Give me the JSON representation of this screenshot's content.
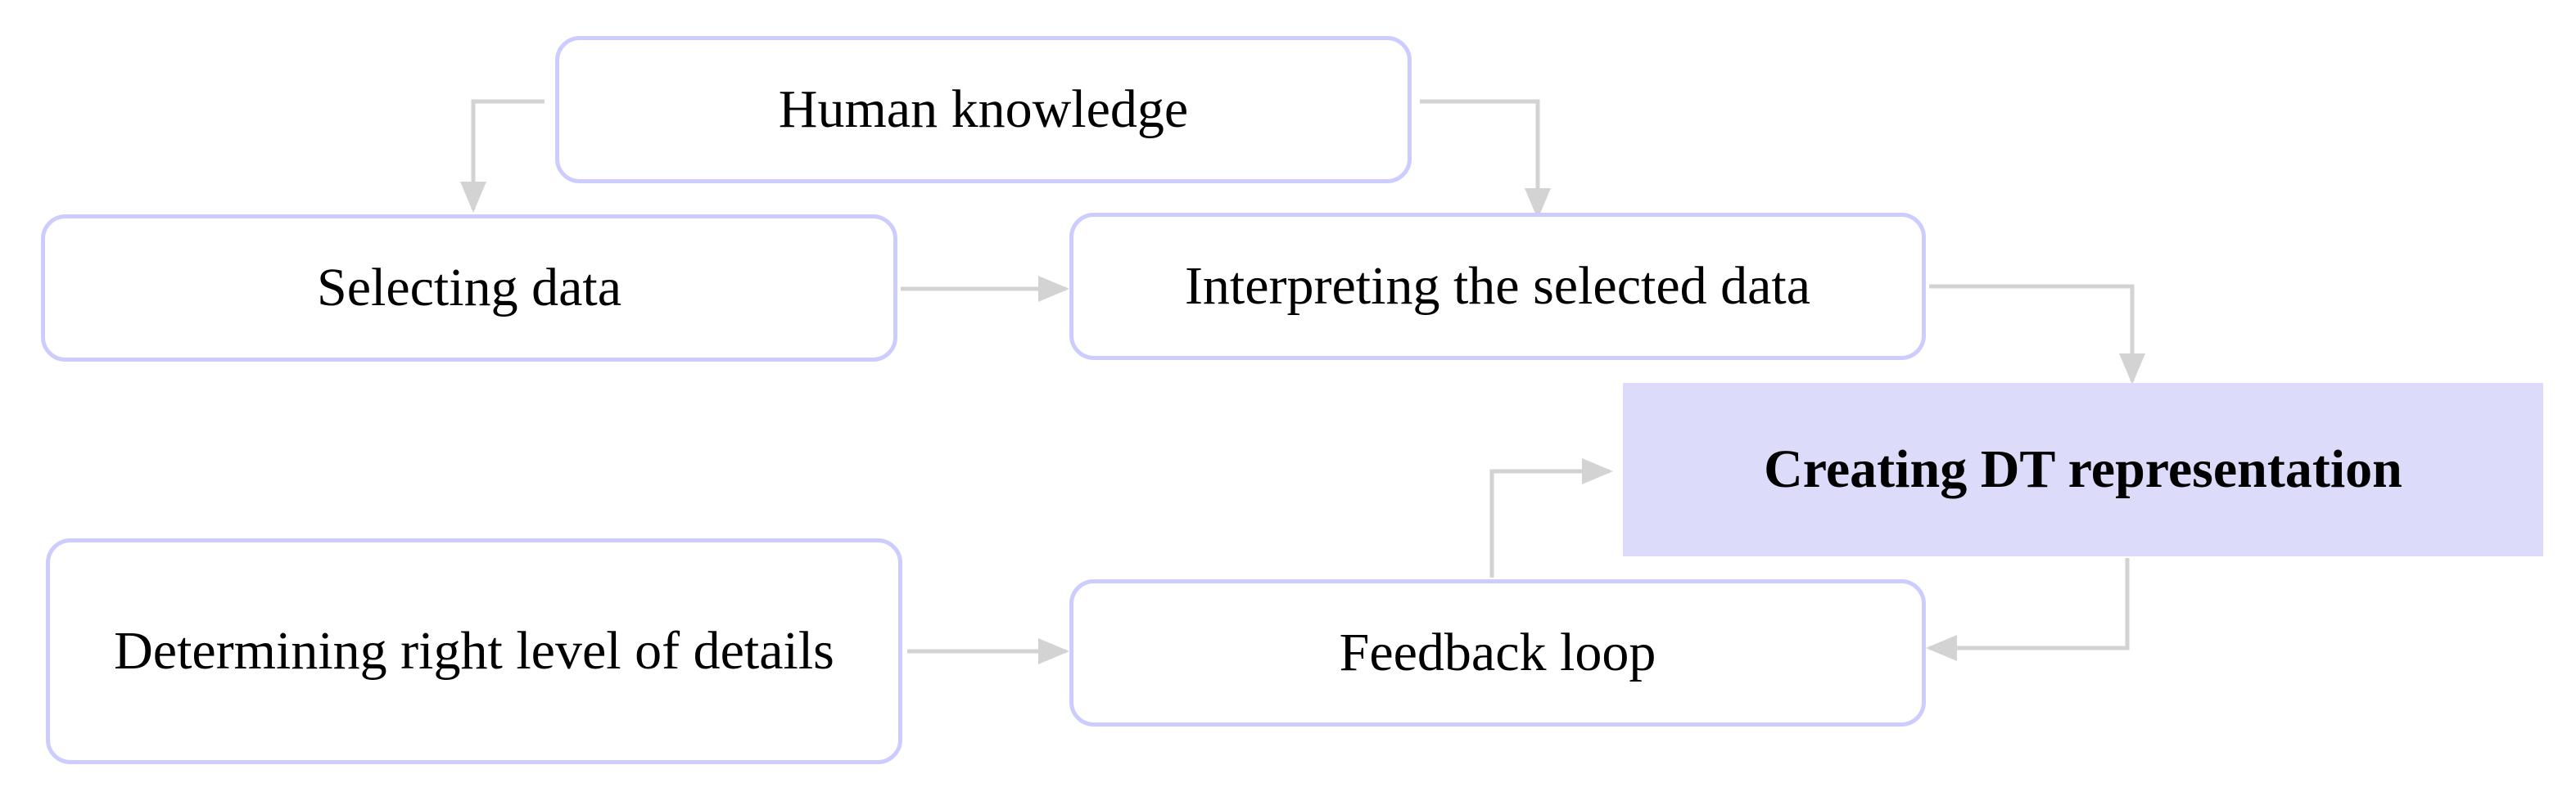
{
  "diagram": {
    "nodes": {
      "human_knowledge": "Human knowledge",
      "selecting_data": "Selecting data",
      "interpreting": "Interpreting the selected data",
      "creating_dt": "Creating DT representation",
      "determining": "Determining right level of details",
      "feedback_loop": "Feedback loop"
    },
    "colors": {
      "node_border": "#ccccff",
      "highlight_fill": "#dcdcfa",
      "arrow": "#d3d3d3",
      "text": "#000000"
    }
  }
}
